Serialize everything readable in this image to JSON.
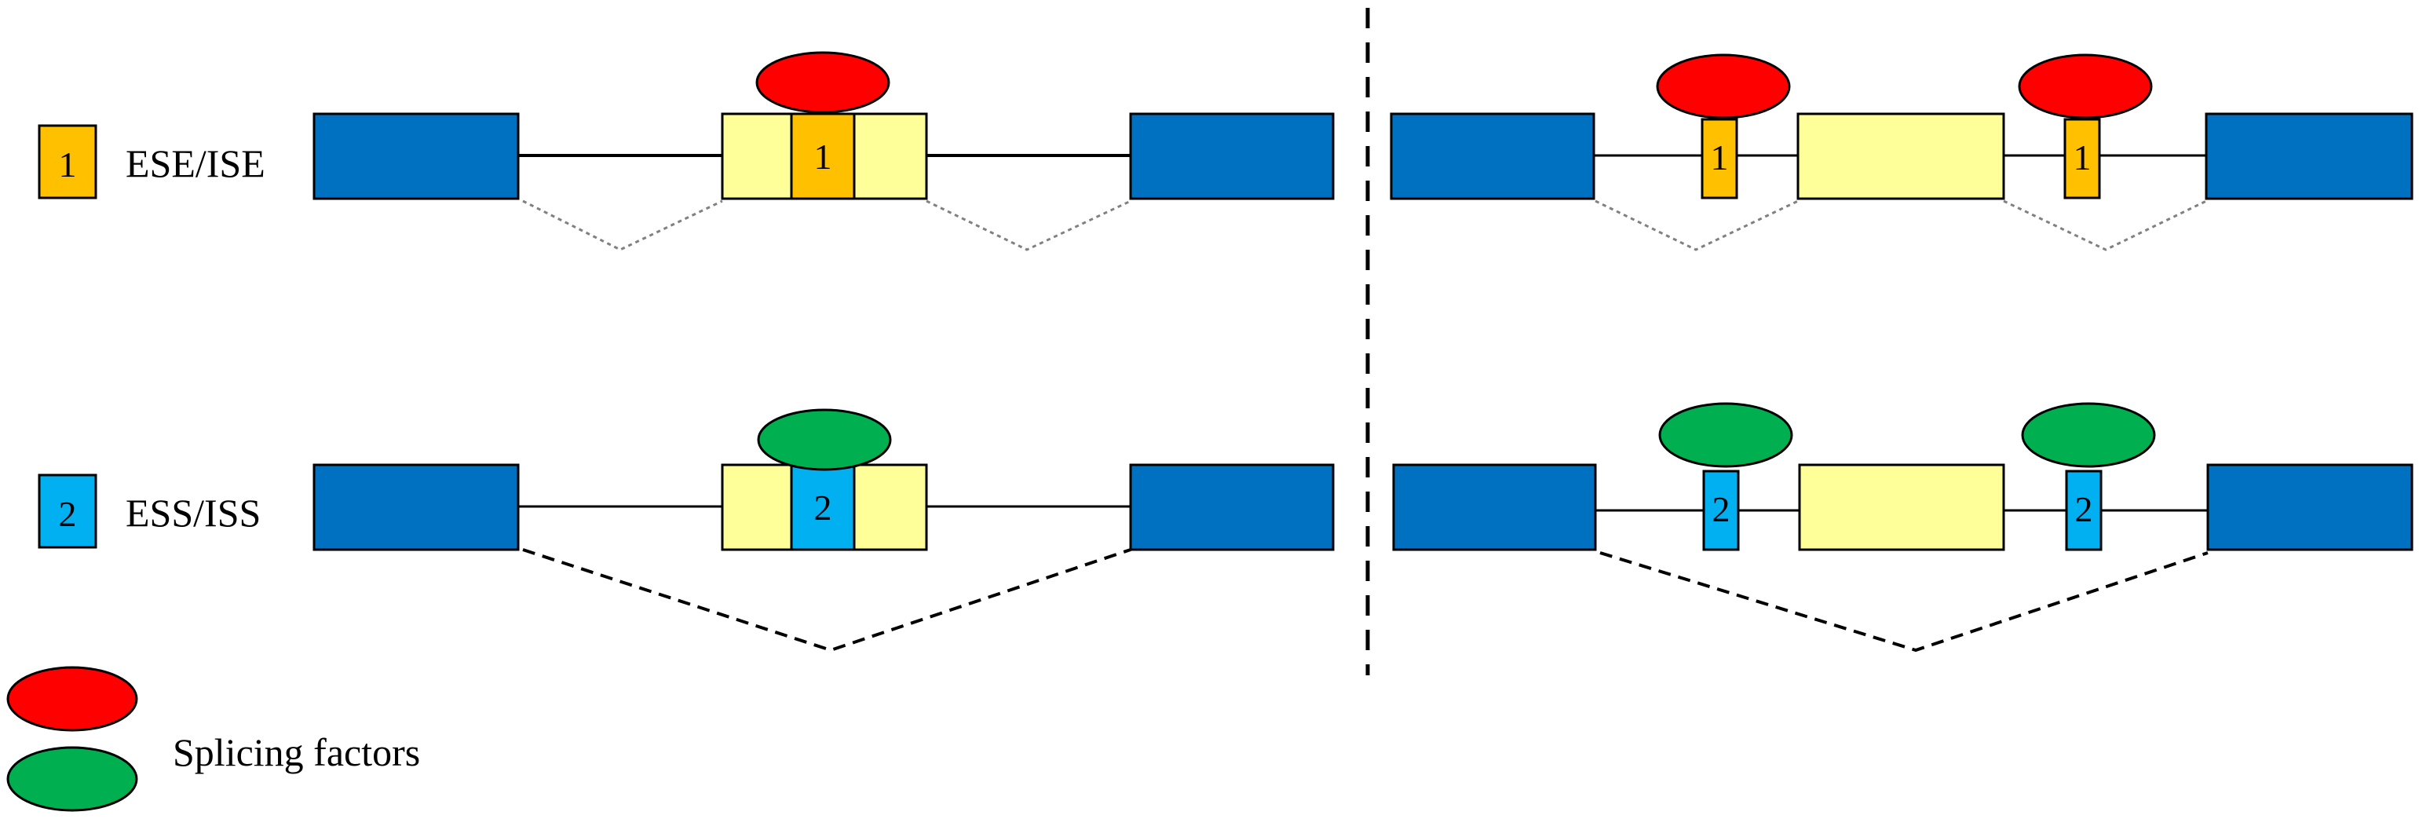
{
  "elements": {
    "enhancer": {
      "number": "1",
      "label": "ESE/ISE"
    },
    "silencer": {
      "number": "2",
      "label": "ESS/ISS"
    }
  },
  "legend": {
    "splicing_factors_label": "Splicing factors"
  },
  "colors": {
    "constitutive_exon": "#0070C0",
    "alternative_exon": "#FFFF99",
    "enhancer_element": "#FFC000",
    "silencer_element": "#00B0F0",
    "enhancer_factor": "#FF0000",
    "silencer_factor": "#00B050",
    "enhancer_splice_path": "#808080",
    "silencer_splice_path": "#000000"
  }
}
